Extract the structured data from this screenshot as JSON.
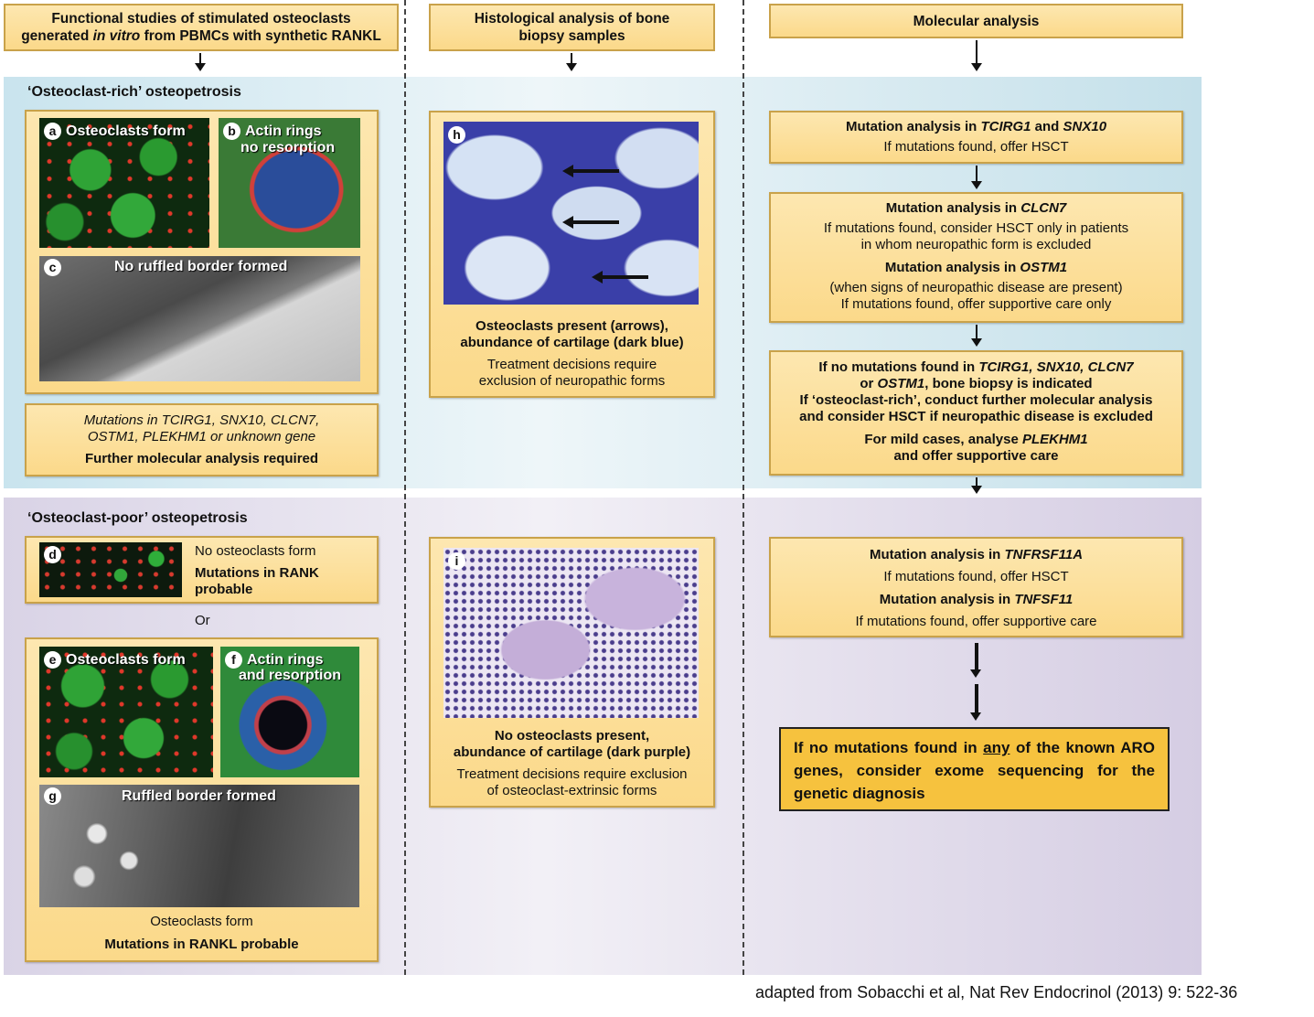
{
  "headers": {
    "col1_line1": "Functional studies of stimulated osteoclasts",
    "col1_line2_pre": "generated ",
    "col1_line2_italic": "in vitro",
    "col1_line2_post": " from PBMCs with synthetic RANKL",
    "col2": "Histological analysis of bone biopsy samples",
    "col3": "Molecular analysis"
  },
  "rich": {
    "section_title": "‘Osteoclast-rich’ osteopetrosis",
    "panel_a": {
      "letter": "a",
      "label": "Osteoclasts form"
    },
    "panel_b": {
      "letter": "b",
      "label1": "Actin rings",
      "label2": "no resorption"
    },
    "panel_c": {
      "letter": "c",
      "label": "No ruffled border formed"
    },
    "mutations_line1": "Mutations in TCIRG1, SNX10, CLCN7,",
    "mutations_line2": "OSTM1, PLEKHM1 or unknown gene",
    "mutations_bold": "Further molecular analysis required",
    "panel_h": {
      "letter": "h"
    },
    "histo_line1": "Osteoclasts present (arrows),",
    "histo_line2": "abundance of cartilage (dark blue)",
    "histo_line3": "Treatment decisions require",
    "histo_line4": "exclusion of neuropathic forms",
    "mol1": {
      "pre": "Mutation analysis in ",
      "g1": "TCIRG1",
      "mid": " and ",
      "g2": "SNX10",
      "line2": "If mutations found, offer HSCT"
    },
    "mol2": {
      "pre": "Mutation analysis in ",
      "gene": "CLCN7",
      "line2": "If mutations found, consider HSCT only in patients",
      "line3": "in whom neuropathic form is excluded",
      "pre2": "Mutation analysis in ",
      "gene2": "OSTM1",
      "line5": "(when signs of neuropathic disease are present)",
      "line6": "If mutations found, offer supportive care only"
    },
    "mol3": {
      "l1_pre": "If no mutations found in ",
      "l1_genes": "TCIRG1, SNX10, CLCN7",
      "l2_pre": "or ",
      "l2_gene": "OSTM1",
      "l2_post": ", bone biopsy is indicated",
      "l3": "If ‘osteoclast-rich’, conduct further molecular analysis",
      "l4": "and consider HSCT if neuropathic disease is excluded",
      "l5_pre": "For mild cases, analyse ",
      "l5_gene": "PLEKHM1",
      "l6": "and offer supportive care"
    }
  },
  "poor": {
    "section_title": "‘Osteoclast-poor’ osteopetrosis",
    "panel_d": {
      "letter": "d"
    },
    "d_text1": "No osteoclasts form",
    "d_text2": "Mutations in RANK",
    "d_text3": "probable",
    "or_text": "Or",
    "panel_e": {
      "letter": "e",
      "label": "Osteoclasts form"
    },
    "panel_f": {
      "letter": "f",
      "label1": "Actin rings",
      "label2": "and resorption"
    },
    "panel_g": {
      "letter": "g",
      "label": "Ruffled border formed"
    },
    "g_text1": "Osteoclasts form",
    "g_text2": "Mutations in RANKL probable",
    "panel_i": {
      "letter": "i"
    },
    "histo_line1": "No osteoclasts present,",
    "histo_line2": "abundance of cartilage (dark purple)",
    "histo_line3": "Treatment decisions require exclusion",
    "histo_line4": "of osteoclast-extrinsic forms",
    "mol": {
      "pre1": "Mutation analysis in ",
      "gene1": "TNFRSF11A",
      "line2": "If mutations found, offer HSCT",
      "pre2": "Mutation analysis in ",
      "gene2": "TNFSF11",
      "line4": "If mutations found, offer supportive care"
    },
    "final_pre": "If no mutations found in ",
    "final_u": "any",
    "final_post": " of the known ARO genes, consider exome sequencing for the genetic diagnosis"
  },
  "credit": "adapted from Sobacchi et al, Nat Rev Endocrinol (2013) 9: 522-36"
}
